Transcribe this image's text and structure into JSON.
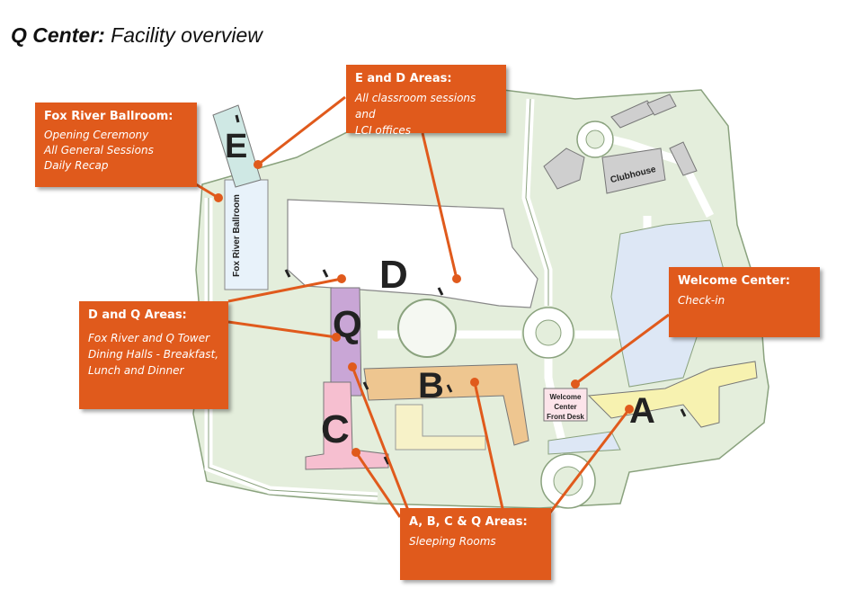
{
  "title": {
    "bold": "Q Center:",
    "rest": " Facility overview"
  },
  "callouts": {
    "fox": {
      "heading": "Fox River Ballroom:",
      "lines": [
        "Opening Ceremony",
        "All General Sessions",
        "Daily Recap"
      ]
    },
    "ed": {
      "heading": "E and D Areas:",
      "lines": [
        "All classroom sessions and",
        "LCI offices"
      ]
    },
    "dq": {
      "heading": "D and Q Areas:",
      "lines": [
        "Fox River and Q Tower",
        "Dining Halls - Breakfast,",
        "Lunch and Dinner"
      ]
    },
    "welcome": {
      "heading": "Welcome Center:",
      "lines": [
        "Check-in"
      ]
    },
    "abcq": {
      "heading": "A, B, C & Q Areas:",
      "lines": [
        "Sleeping Rooms"
      ]
    }
  },
  "map": {
    "zones": [
      "E",
      "D",
      "Q",
      "B",
      "C",
      "A"
    ],
    "ballroom_label": "Fox River Ballroom",
    "clubhouse_label": "Clubhouse",
    "welcome_label": [
      "Welcome",
      "Center",
      "Front Desk"
    ]
  },
  "colors": {
    "callout": "#e05a1c",
    "grounds": "#e4eedc",
    "building": "#ffffff",
    "area_e": "#cfe8e4",
    "area_q": "#c9a6d6",
    "area_c": "#f6bfd0",
    "area_b": "#eec690",
    "area_a": "#f7f2b0",
    "water": "#dde7f5"
  }
}
